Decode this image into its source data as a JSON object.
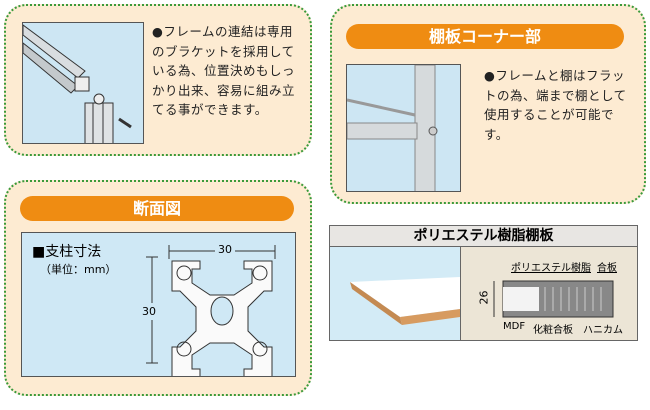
{
  "frame_panel": {
    "text": "●フレームの連結は専用のブラケットを採用している為、位置決めもしっかり出来、容易に組み立てる事ができます。"
  },
  "corner_panel": {
    "title": "棚板コーナー部",
    "text": "●フレームと棚はフラットの為、端まで棚として使用することが可能です。"
  },
  "section_panel": {
    "title": "断面図",
    "subtitle": "■支柱寸法",
    "unit": "（単位：mm）",
    "width_dim": "30",
    "height_dim": "30"
  },
  "shelf_panel": {
    "title": "ポリエステル樹脂棚板",
    "labels": {
      "resin": "ポリエステル樹脂",
      "plywood": "合板",
      "thickness": "26",
      "mdf": "MDF",
      "decor": "化粧合板",
      "honeycomb": "ハニカム"
    }
  }
}
